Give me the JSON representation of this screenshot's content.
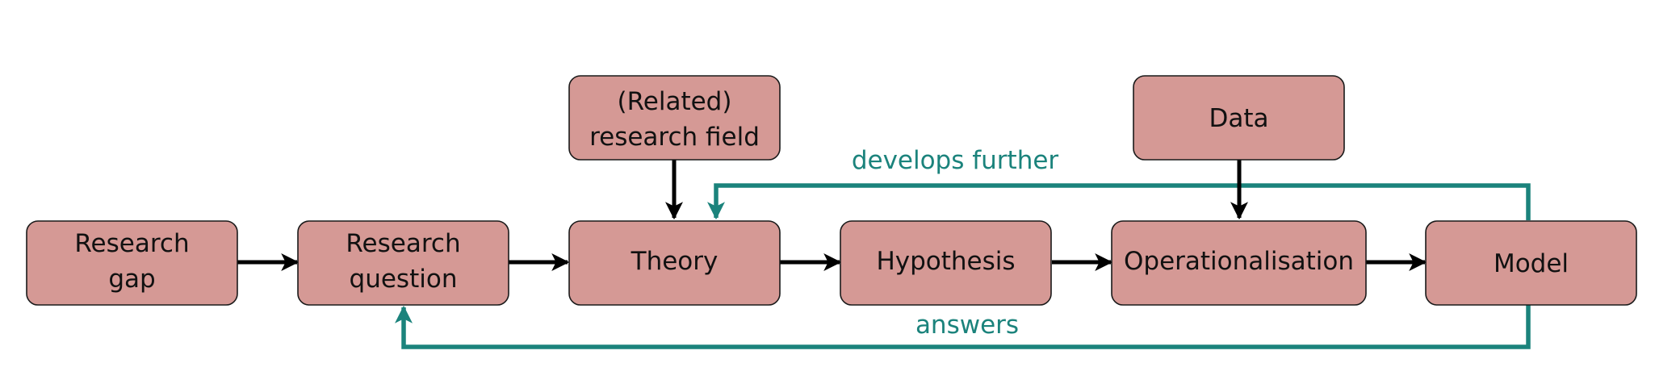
{
  "nodes": {
    "research_gap": [
      "Research",
      "gap"
    ],
    "research_question": [
      "Research",
      "question"
    ],
    "theory": [
      "Theory"
    ],
    "related_field": [
      "(Related)",
      "research field"
    ],
    "hypothesis": [
      "Hypothesis"
    ],
    "operationalisation": [
      "Operationalisation"
    ],
    "data": [
      "Data"
    ],
    "model": [
      "Model"
    ]
  },
  "feedback": {
    "develops_further": "develops further",
    "answers": "answers"
  },
  "colors": {
    "node_fill": "#d59995",
    "node_stroke": "#1a1a1a",
    "edge": "#000000",
    "feedback": "#1b837c"
  }
}
